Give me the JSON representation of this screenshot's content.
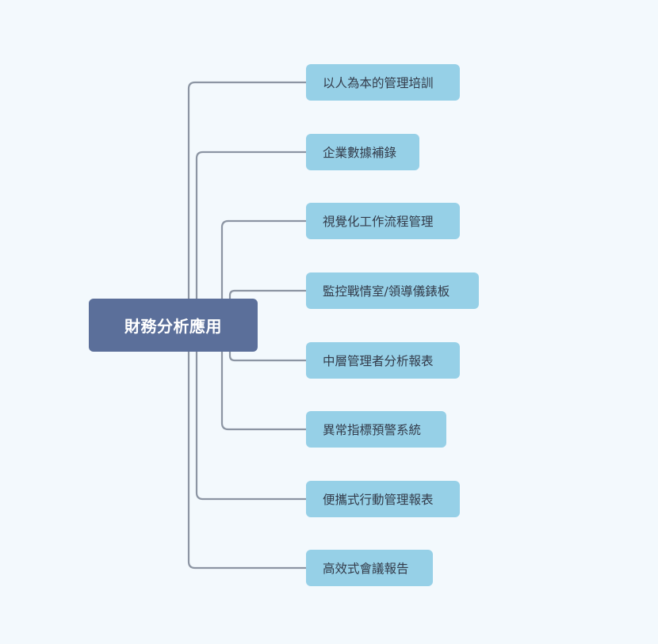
{
  "diagram": {
    "type": "mind-map",
    "root": {
      "label": "財務分析應用"
    },
    "children": [
      {
        "label": "以人為本的管理培訓"
      },
      {
        "label": "企業數據補錄"
      },
      {
        "label": "視覺化工作流程管理"
      },
      {
        "label": "監控戰情室/領導儀錶板"
      },
      {
        "label": "中層管理者分析報表"
      },
      {
        "label": "異常指標預警系統"
      },
      {
        "label": "便攜式行動管理報表"
      },
      {
        "label": "高效式會議報告"
      }
    ],
    "colors": {
      "background": "#f3f9fd",
      "root_fill": "#5b6f9a",
      "root_text": "#ffffff",
      "child_fill": "#96d0e7",
      "child_text": "#333b4a",
      "connector": "#8c95a3"
    }
  }
}
